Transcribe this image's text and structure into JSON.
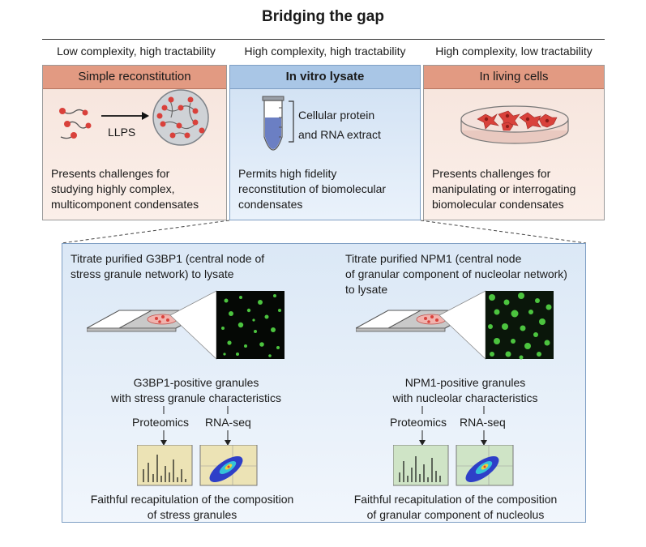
{
  "title": "Bridging the gap",
  "columns": [
    {
      "heading": "Low complexity, high tractability",
      "box_title": "Simple reconstitution",
      "arrow_label": "LLPS",
      "description": [
        "Presents challenges for",
        "studying highly complex,",
        "multicomponent condensates"
      ]
    },
    {
      "heading": "High complexity, high tractability",
      "box_title": "In vitro lysate",
      "tube_label": [
        "Cellular protein",
        "and RNA extract"
      ],
      "description": [
        "Permits high fidelity",
        "reconstitution of biomolecular",
        "condensates"
      ]
    },
    {
      "heading": "High complexity, low tractability",
      "box_title": "In living cells",
      "description": [
        "Presents challenges for",
        "manipulating or interrogating",
        "biomolecular condensates"
      ]
    }
  ],
  "experiments": [
    {
      "instruction": [
        "Titrate purified G3BP1 (central node of",
        "stress granule network) to lysate"
      ],
      "result": [
        "G3BP1-positive granules",
        "with stress granule characteristics"
      ],
      "proteomics_label": "Proteomics",
      "rnaseq_label": "RNA-seq",
      "conclusion": [
        "Faithful recapitulation of the composition",
        "of stress granules"
      ],
      "chart_bg": "#ece3b5"
    },
    {
      "instruction": [
        "Titrate purified NPM1 (central node",
        "of granular component of nucleolar network)",
        "to lysate"
      ],
      "result": [
        "NPM1-positive granules",
        "with nucleolar characteristics"
      ],
      "proteomics_label": "Proteomics",
      "rnaseq_label": "RNA-seq",
      "conclusion": [
        "Faithful recapitulation of the composition",
        "of granular component of nucleolus"
      ],
      "chart_bg": "#cfe4c6"
    }
  ],
  "colors": {
    "red_header": "#e29a82",
    "blue_header": "#a9c6e6",
    "droplet_red": "#d9413b",
    "granule_green": "#4cc43f"
  }
}
